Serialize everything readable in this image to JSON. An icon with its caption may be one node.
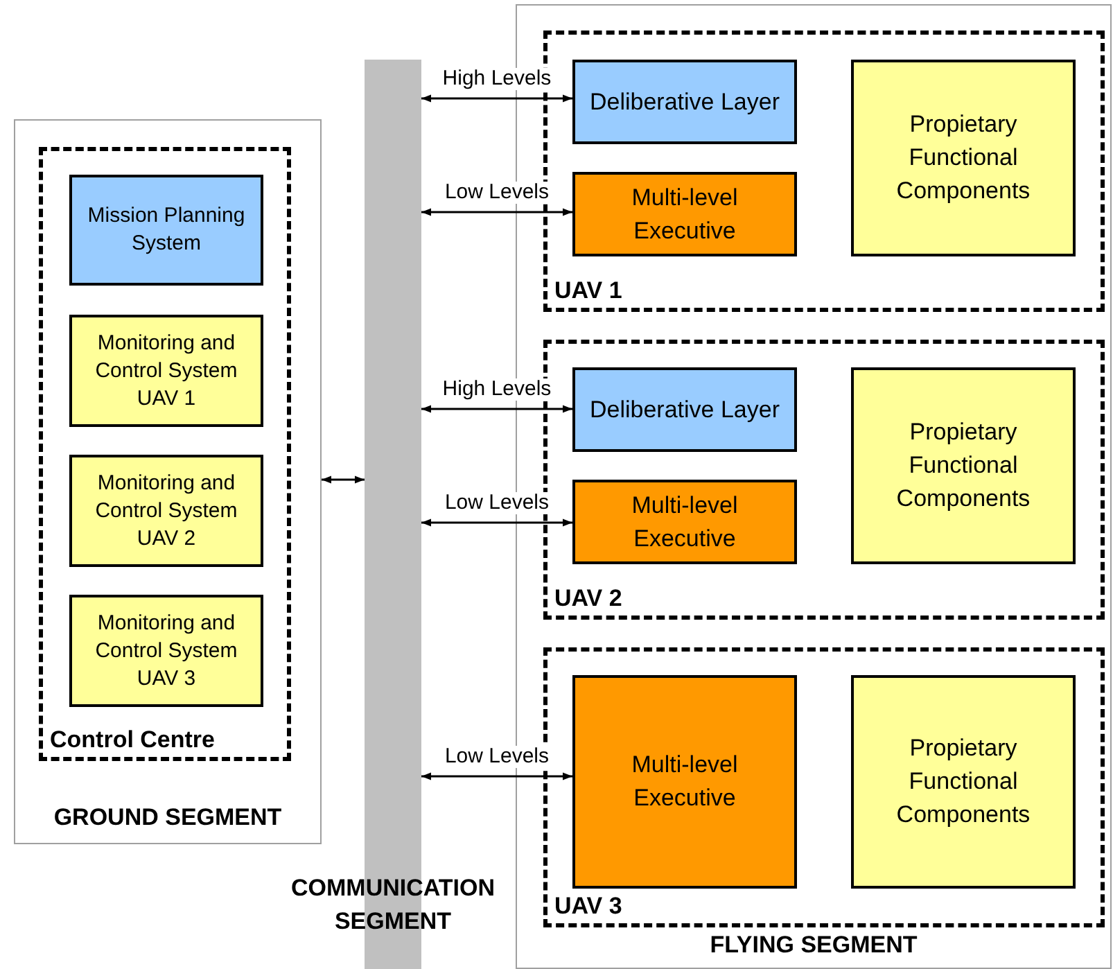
{
  "diagram": {
    "nodes": [
      {
        "text": [
          "GROUND SEGMENT"
        ]
      },
      {
        "text": [
          "Control Centre"
        ],
        "in": 0
      },
      {
        "text": [
          "Mission Planning System"
        ],
        "in": 1
      },
      {
        "text": [
          "Monitoring and Control System UAV 1"
        ],
        "in": 1
      },
      {
        "text": [
          "Monitoring and Control System UAV 2"
        ],
        "in": 1
      },
      {
        "text": [
          "Monitoring and Control System UAV 3"
        ],
        "in": 1
      },
      {
        "text": [
          "COMMUNICATION SEGMENT"
        ]
      },
      {
        "text": [
          "FLYING SEGMENT"
        ]
      },
      {
        "text": [
          "UAV 1"
        ],
        "in": 7
      },
      {
        "text": [
          "Deliberative Layer"
        ],
        "in": 8
      },
      {
        "text": [
          "Multi-level Executive"
        ],
        "in": 8
      },
      {
        "text": [
          "Propietary Functional Components"
        ],
        "in": 8
      },
      {
        "text": [
          "UAV 2"
        ],
        "in": 7
      },
      {
        "text": [
          "Deliberative Layer"
        ],
        "in": 12
      },
      {
        "text": [
          "Multi-level Executive"
        ],
        "in": 12
      },
      {
        "text": [
          "Propietary Functional Components"
        ],
        "in": 12
      },
      {
        "text": [
          "UAV 3"
        ],
        "in": 7
      },
      {
        "text": [
          "Multi-level Executive"
        ],
        "in": 16
      },
      {
        "text": [
          "Propietary Functional Components"
        ],
        "in": 16
      }
    ],
    "edges": [
      {
        "from": 0,
        "to": 6,
        "arrow": "both"
      },
      {
        "from": 6,
        "to": 9,
        "arrow": "both",
        "label": "High Levels"
      },
      {
        "from": 6,
        "to": 10,
        "arrow": "both",
        "label": "Low Levels"
      },
      {
        "from": 6,
        "to": 13,
        "arrow": "both",
        "label": "High Levels"
      },
      {
        "from": 6,
        "to": 14,
        "arrow": "both",
        "label": "Low Levels"
      },
      {
        "from": 6,
        "to": 17,
        "arrow": "both",
        "label": "Low Levels"
      }
    ]
  }
}
